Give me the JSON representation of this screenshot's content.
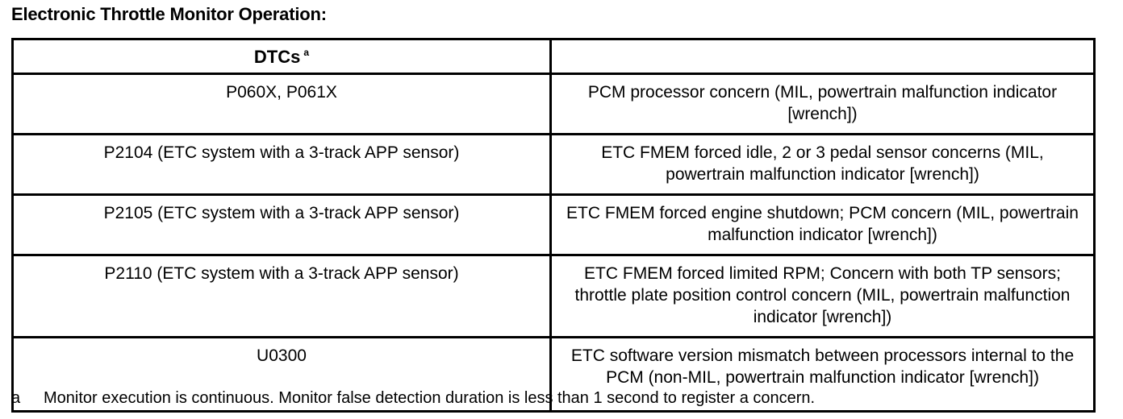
{
  "document": {
    "title": "Electronic Throttle Monitor Operation:"
  },
  "table": {
    "headers": {
      "dtcs": "DTCs",
      "dtcs_footnote_marker": "a",
      "description": ""
    },
    "rows": [
      {
        "dtc": "P060X, P061X",
        "description": "PCM processor concern (MIL, powertrain malfunction indicator [wrench])"
      },
      {
        "dtc": "P2104 (ETC system with a 3-track APP sensor)",
        "description": "ETC FMEM  forced idle, 2 or 3 pedal sensor concerns (MIL, powertrain malfunction indicator [wrench])"
      },
      {
        "dtc": "P2105 (ETC system with a 3-track APP sensor)",
        "description": "ETC FMEM  forced engine shutdown; PCM concern (MIL, powertrain malfunction indicator [wrench])"
      },
      {
        "dtc": "P2110 (ETC system with a 3-track APP sensor)",
        "description": "ETC FMEM  forced limited RPM; Concern with both TP sensors; throttle plate position control concern (MIL, powertrain malfunction indicator [wrench])"
      },
      {
        "dtc": "U0300",
        "description": "ETC software version mismatch between processors internal to the PCM (non-MIL, powertrain malfunction indicator [wrench])"
      }
    ]
  },
  "footnote": {
    "marker": "a",
    "text": "Monitor execution is continuous. Monitor false detection duration is less than 1 second to register a concern."
  }
}
